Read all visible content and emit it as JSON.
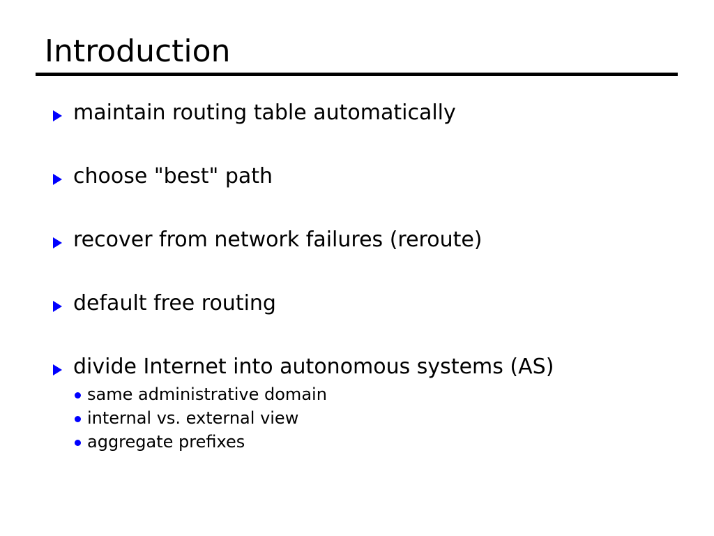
{
  "slide": {
    "title": "Introduction",
    "accent_color": "#0000ff",
    "text_color": "#000000",
    "background_color": "#ffffff",
    "rule_color": "#000000",
    "bullet_marker_glyph": "triangle-right",
    "sub_bullet_marker_glyph": "dot",
    "bullets": [
      {
        "text": "maintain routing table automatically",
        "sub_bullets": []
      },
      {
        "text": "choose \"best\" path",
        "sub_bullets": []
      },
      {
        "text": "recover from network failures (reroute)",
        "sub_bullets": []
      },
      {
        "text": "default free routing",
        "sub_bullets": []
      },
      {
        "text": "divide Internet into autonomous systems (AS)",
        "sub_bullets": [
          "same administrative domain",
          "internal vs. external view",
          "aggregate prefixes"
        ]
      }
    ]
  }
}
